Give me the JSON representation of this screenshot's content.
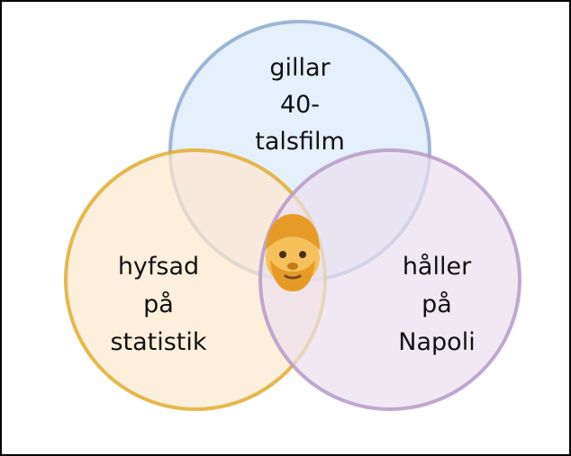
{
  "diagram": {
    "sets": [
      {
        "id": "top",
        "lines": [
          "gillar",
          "40-",
          "talsfilm"
        ],
        "fill": "#dce9fb",
        "stroke": "#8ea9cf"
      },
      {
        "id": "left",
        "lines": [
          "hyfsad",
          "på",
          "statistik"
        ],
        "fill": "#fde8cf",
        "stroke": "#e0ad2f"
      },
      {
        "id": "right",
        "lines": [
          "håller",
          "på",
          "Napoli"
        ],
        "fill": "#e9dfee",
        "stroke": "#b69ac6"
      }
    ],
    "center_icon": "bearded-man-face-icon",
    "center_glyph": "🧔"
  }
}
